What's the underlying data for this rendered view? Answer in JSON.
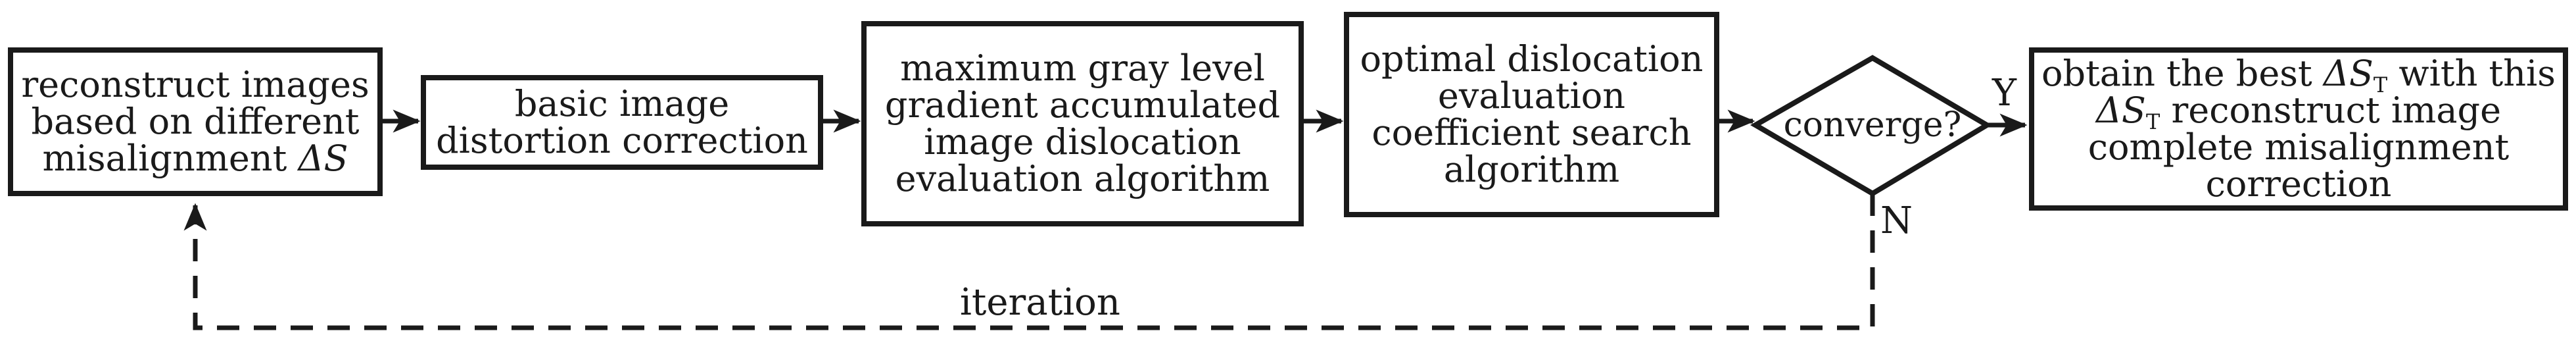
{
  "diagram": {
    "box1": {
      "line1": "reconstruct images",
      "line2": "based on different",
      "line3_prefix": "misalignment ",
      "line3_symbol": "ΔS"
    },
    "box2": {
      "line1": "basic image",
      "line2": "distortion correction"
    },
    "box3": {
      "line1": "maximum gray level",
      "line2": "gradient accumulated",
      "line3": "image dislocation",
      "line4": "evaluation algorithm"
    },
    "box4": {
      "line1": "optimal dislocation",
      "line2": "evaluation",
      "line3": "coefficient search",
      "line4": "algorithm"
    },
    "decision": {
      "label": "converge?"
    },
    "box5": {
      "line1_prefix": "obtain the best ",
      "line1_symbol": "ΔS",
      "line1_sub": "T",
      "line1_suffix": " with this",
      "line2_symbol": "ΔS",
      "line2_sub": "T",
      "line2_suffix": " reconstruct image",
      "line3": "complete misalignment",
      "line4": "correction"
    },
    "labels": {
      "yes": "Y",
      "no": "N",
      "loop": "iteration"
    }
  }
}
